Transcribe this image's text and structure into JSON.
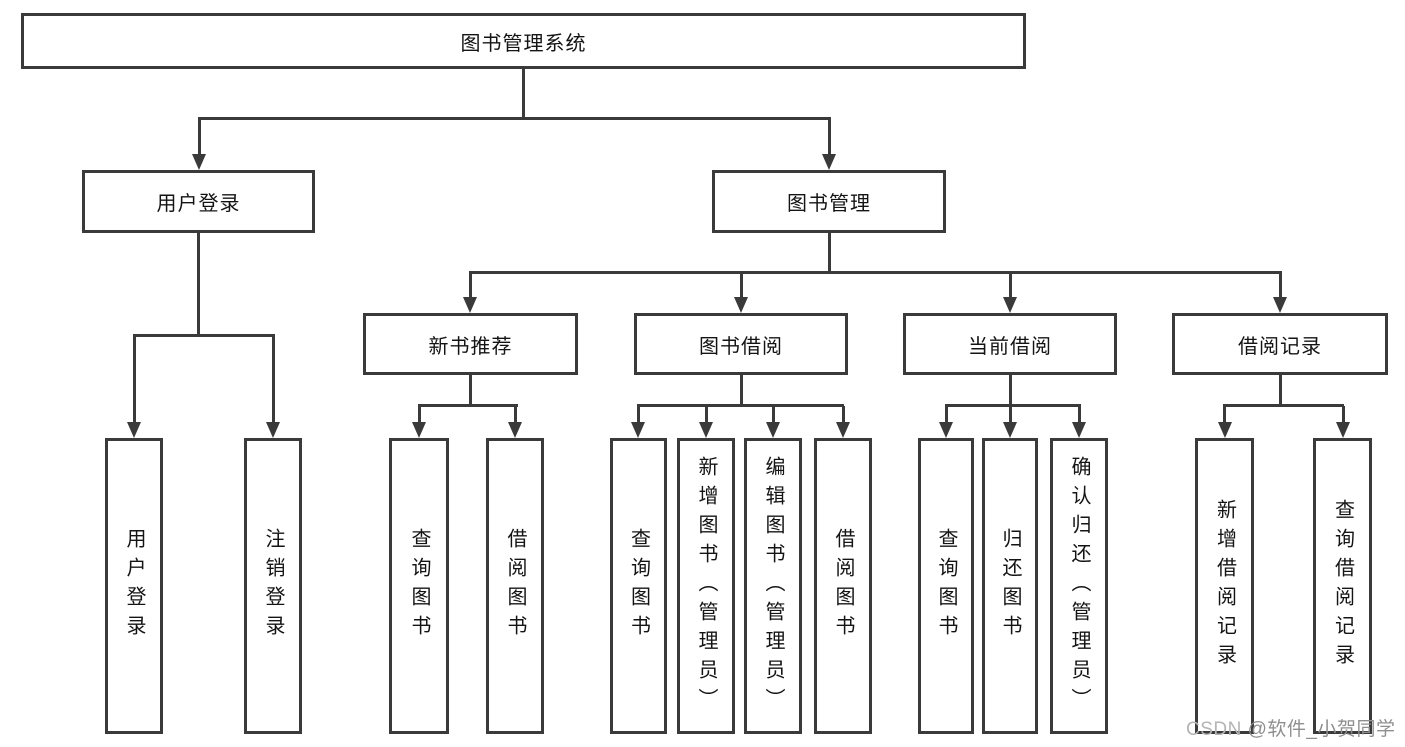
{
  "nodes": {
    "root": "图书管理系统",
    "user_login": "用户登录",
    "book_mgmt": "图书管理",
    "new_book": "新书推荐",
    "book_borrow": "图书借阅",
    "current_borrow": "当前借阅",
    "borrow_record": "借阅记录"
  },
  "leaves": {
    "user_login": [
      "用户登录",
      "注销登录"
    ],
    "new_book": [
      "查询图书",
      "借阅图书"
    ],
    "book_borrow": [
      "查询图书",
      "新增图书（管理员）",
      "编辑图书（管理员）",
      "借阅图书"
    ],
    "current_borrow": [
      "查询图书",
      "归还图书",
      "确认归还（管理员）"
    ],
    "borrow_record": [
      "新增借阅记录",
      "查询借阅记录"
    ]
  },
  "watermark": {
    "prefix": "CSDN ",
    "handle": "@软件_小贺同学"
  },
  "colors": {
    "line": "#3a3a3a",
    "box_background": "#ffffff",
    "text": "#141414",
    "watermark": "#9e9e9e"
  }
}
